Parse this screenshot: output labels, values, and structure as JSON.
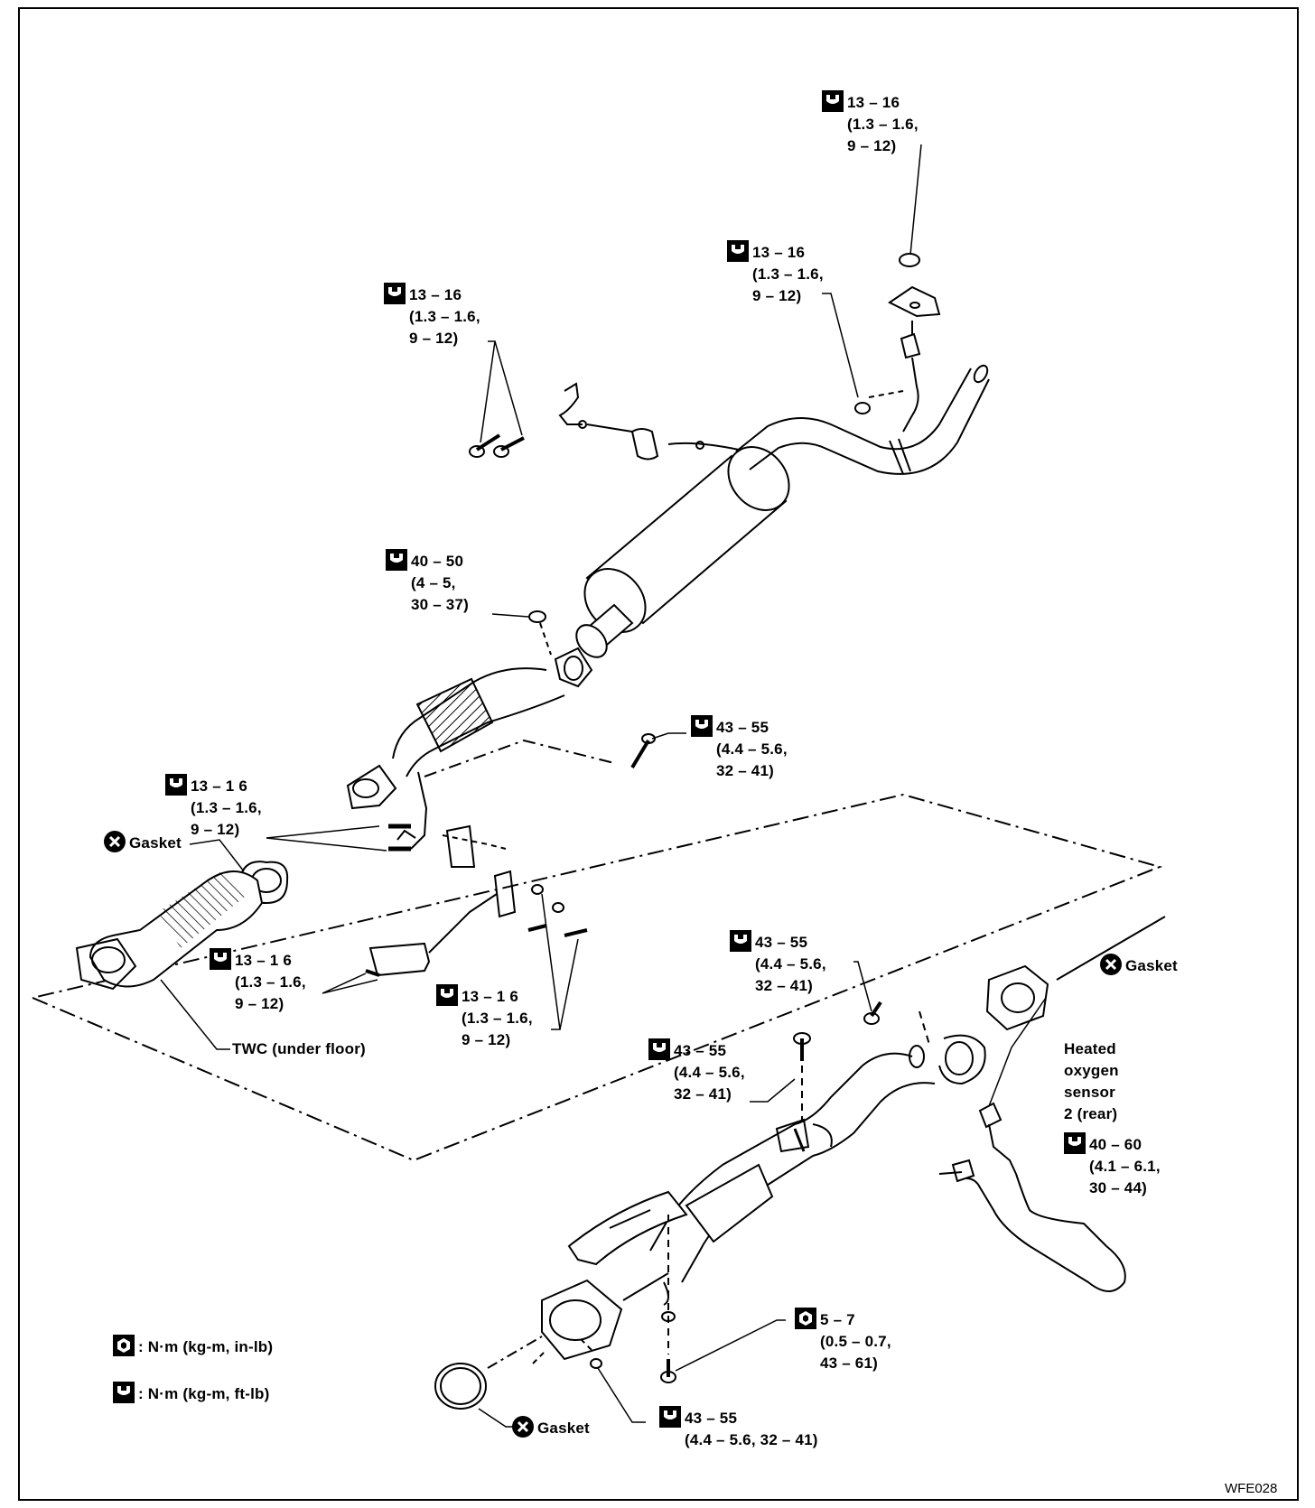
{
  "diagram_code": "WFE028",
  "legend": [
    {
      "icon": "hex-bolt-wrench-icon",
      "text": ": N·m (kg-m, in-lb)"
    },
    {
      "icon": "wrench-icon",
      "text": ": N·m (kg-m, ft-lb)"
    }
  ],
  "torque_specs": [
    {
      "id": "t1",
      "l1": "13 – 16",
      "l2": "(1.3 – 1.6,",
      "l3": "9 – 12)"
    },
    {
      "id": "t2",
      "l1": "13 – 16",
      "l2": "(1.3 – 1.6,",
      "l3": "9 – 12)"
    },
    {
      "id": "t3",
      "l1": "13 – 16",
      "l2": "(1.3 – 1.6,",
      "l3": "9 – 12)"
    },
    {
      "id": "t4",
      "l1": "40 – 50",
      "l2": "(4 – 5,",
      "l3": "30 – 37)"
    },
    {
      "id": "t5",
      "l1": "43 – 55",
      "l2": "(4.4 – 5.6,",
      "l3": "32 – 41)"
    },
    {
      "id": "t6",
      "l1": "13 – 1 6",
      "l2": "(1.3 – 1.6,",
      "l3": "9 – 12)"
    },
    {
      "id": "t7",
      "l1": "13 – 1 6",
      "l2": "(1.3 – 1.6,",
      "l3": "9 – 12)"
    },
    {
      "id": "t8",
      "l1": "13 – 1 6",
      "l2": "(1.3 – 1.6,",
      "l3": "9 – 12)"
    },
    {
      "id": "t9",
      "l1": "43 – 55",
      "l2": "(4.4 – 5.6,",
      "l3": "32 – 41)"
    },
    {
      "id": "t10",
      "l1": "43 – 55",
      "l2": "(4.4 – 5.6,",
      "l3": "32 – 41)"
    },
    {
      "id": "t11",
      "l1": "40 – 60",
      "l2": "(4.1 – 6.1,",
      "l3": "30 – 44)"
    },
    {
      "id": "t12",
      "l1": "5 – 7",
      "l2": "(0.5 – 0.7,",
      "l3": "43 – 61)"
    },
    {
      "id": "t13",
      "l1": "43 – 55",
      "l2": "(4.4 – 5.6, 32 – 41)"
    }
  ],
  "gasket_label": "Gasket",
  "twc_label": "TWC (under floor)",
  "sensor_label": [
    "Heated",
    "oxygen",
    "sensor",
    "2 (rear)"
  ]
}
